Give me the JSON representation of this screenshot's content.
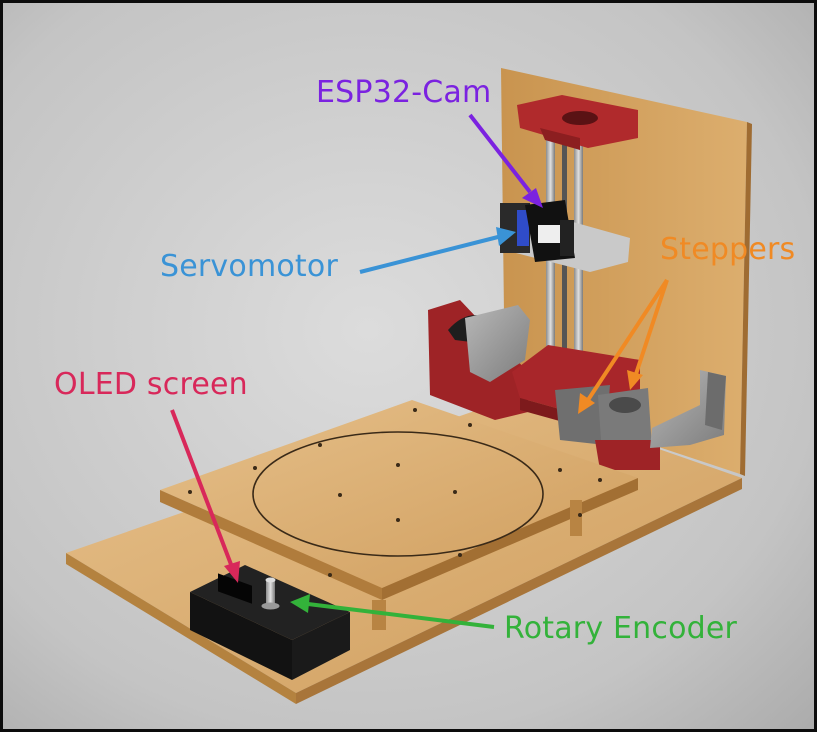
{
  "labels": {
    "esp32_cam": "ESP32-Cam",
    "servomotor": "Servomotor",
    "steppers": "Steppers",
    "oled_screen": "OLED screen",
    "rotary_encoder": "Rotary Encoder"
  },
  "colors": {
    "esp32_cam": "#7b22e0",
    "servomotor": "#3a93d6",
    "steppers": "#f08a24",
    "oled_screen": "#d8285a",
    "rotary_encoder": "#33b23a",
    "background": "#c8c8c8",
    "wood": "#d9ab6c",
    "red_part": "#a8262a",
    "dark_part": "#2a2a2a"
  }
}
